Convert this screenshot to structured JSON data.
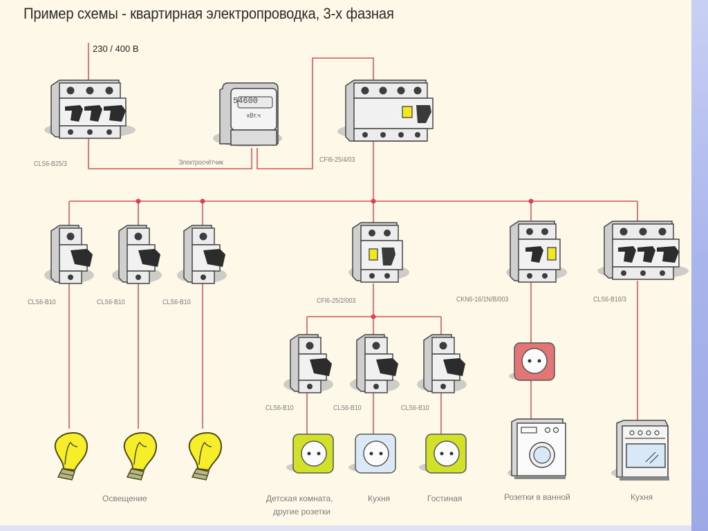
{
  "title": "Пример схемы - квартирная электропроводка, 3-х фазная",
  "supply_voltage": "230 / 400 В",
  "colors": {
    "wire": "#e07a7a",
    "junction": "#d9444f",
    "background": "#fdf8e7",
    "device_body": "#e6e6e6",
    "rcd_indicator": "#f2e81a",
    "socket_yellow_green": "#d2e02a",
    "socket_blue": "#dbe9f6",
    "socket_red": "#e27676",
    "bulb": "#f6ee2a",
    "side_band": "#a9b4ec"
  },
  "devices": {
    "main_breaker": {
      "model": "CLS6-B25/3",
      "type": "3-pole circuit breaker"
    },
    "meter": {
      "label": "Электросчётчик",
      "display": "54600",
      "unit": "кВт.ч"
    },
    "main_rcd": {
      "model": "CFI6-25/4/03",
      "type": "4-pole RCD"
    },
    "branch_breakers": [
      {
        "model": "CLS6-B10"
      },
      {
        "model": "CLS6-B10"
      },
      {
        "model": "CLS6-B10"
      }
    ],
    "socket_rcd": {
      "model": "CFI6-25/2/003",
      "type": "2-pole RCD"
    },
    "socket_breakers": [
      {
        "model": "CLS6-B10"
      },
      {
        "model": "CLS6-B10"
      },
      {
        "model": "CLS6-B10"
      }
    ],
    "bath_rcbo": {
      "model": "CKN6-16/1N/B/003",
      "type": "RCBO"
    },
    "stove_breaker": {
      "model": "CLS6-B16/3",
      "type": "3-pole circuit breaker"
    }
  },
  "loads": {
    "lighting": {
      "caption": "Освещение",
      "count": 3
    },
    "socket_children": {
      "caption_line1": "Детская комната,",
      "caption_line2": "другие розетки"
    },
    "socket_kitchen": {
      "caption": "Кухня"
    },
    "socket_living": {
      "caption": "Гостиная"
    },
    "bathroom": {
      "caption": "Розетки в ванной"
    },
    "stove": {
      "caption": "Кухня"
    }
  }
}
